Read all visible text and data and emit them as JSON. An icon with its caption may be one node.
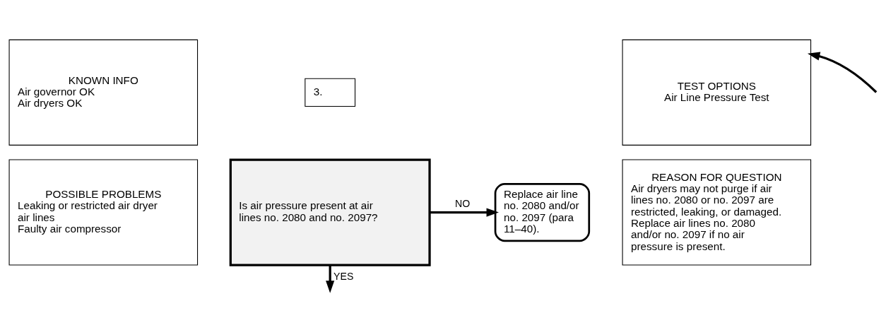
{
  "diagram": {
    "nodes": [
      {
        "text": [
          "KNOWN INFO",
          "Air governor OK",
          "Air dryers OK"
        ]
      },
      {
        "text": [
          "POSSIBLE PROBLEMS",
          "Leaking or restricted air dryer air lines",
          "Faulty air compressor"
        ]
      },
      {
        "text": [
          "3."
        ]
      },
      {
        "text": [
          "Is air pressure present at air lines no. 2080 and no. 2097?"
        ]
      },
      {
        "text": [
          "Replace air line no. 2080 and/or no. 2097 (para 11–40)."
        ]
      },
      {
        "text": [
          "TEST OPTIONS",
          "Air Line Pressure Test"
        ]
      },
      {
        "text": [
          "REASON FOR QUESTION",
          "Air dryers may not purge if air lines no. 2080 or no. 2097 are restricted, leaking, or damaged.  Replace air lines no. 2080 and/or no. 2097 if no air pressure is present."
        ]
      }
    ],
    "edges": [
      {
        "from": 3,
        "to": 4,
        "arrow": "to",
        "label": "NO"
      },
      {
        "from": 3,
        "to": null,
        "arrow": "to",
        "label": "YES"
      },
      {
        "from": null,
        "to": 5,
        "arrow": "to"
      }
    ]
  }
}
